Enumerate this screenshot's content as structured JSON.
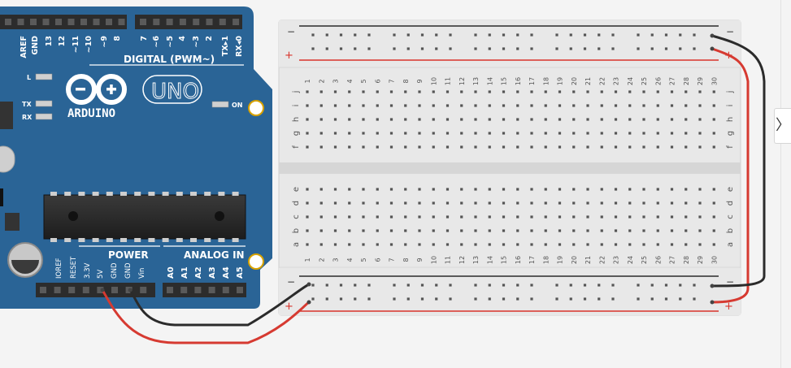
{
  "arduino": {
    "brand": "ARDUINO",
    "model": "UNO",
    "digital_title": "DIGITAL (PWM~)",
    "power_title": "POWER",
    "analog_title": "ANALOG IN",
    "on_label": "ON",
    "l_label": "L",
    "tx_label": "TX",
    "rx_label": "RX",
    "digital_pins": [
      "AREF",
      "GND",
      "13",
      "12",
      "~11",
      "~10",
      "~9",
      "8",
      "7",
      "~6",
      "~5",
      "4",
      "~3",
      "2",
      "TX▸1",
      "RX◂0"
    ],
    "power_pins": [
      "IOREF",
      "RESET",
      "3.3V",
      "5V",
      "GND",
      "GND",
      "Vin"
    ],
    "analog_pins": [
      "A0",
      "A1",
      "A2",
      "A3",
      "A4",
      "A5"
    ]
  },
  "breadboard": {
    "columns": [
      "1",
      "2",
      "3",
      "4",
      "5",
      "6",
      "7",
      "8",
      "9",
      "10",
      "11",
      "12",
      "13",
      "14",
      "15",
      "16",
      "17",
      "18",
      "19",
      "20",
      "21",
      "22",
      "23",
      "24",
      "25",
      "26",
      "27",
      "28",
      "29",
      "30"
    ],
    "rows_top": [
      "j",
      "i",
      "h",
      "g",
      "f"
    ],
    "rows_bottom": [
      "e",
      "d",
      "c",
      "b",
      "a"
    ],
    "minus_label": "−",
    "plus_label": "+"
  },
  "colors": {
    "board": "#2a6496",
    "wire_red": "#d63a31",
    "wire_black": "#2b2b2b",
    "rail_red": "#d9322a"
  },
  "panel": {
    "toggle_icon": "chevron-right-icon",
    "toggle_glyph": "〉"
  }
}
